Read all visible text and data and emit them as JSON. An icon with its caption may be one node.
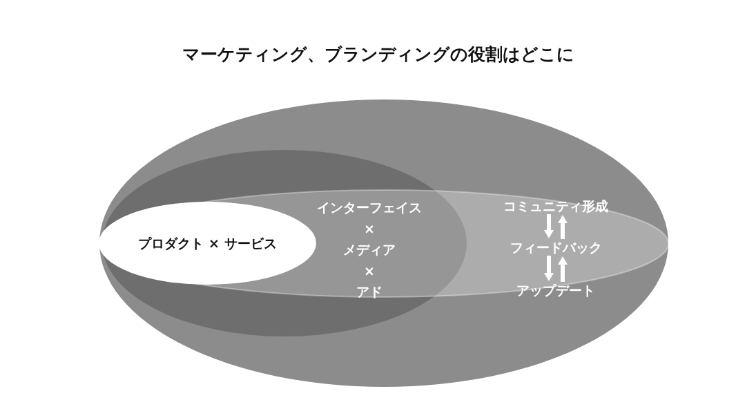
{
  "diagram": {
    "title": "マーケティング、ブランディングの役割はどこに",
    "nodes": [
      {
        "text": [],
        "shape": "ellipse"
      },
      {
        "text": [],
        "shape": "ellipse",
        "in": 0
      },
      {
        "text": [],
        "shape": "ellipse",
        "in": 0
      },
      {
        "text": [
          "プロダクト × サービス"
        ]
      },
      {
        "text": [
          "コミュニティ形成"
        ],
        "in": 2
      },
      {
        "text": [
          "フィードバック"
        ],
        "in": 2
      },
      {
        "text": [
          "アップデート"
        ],
        "in": 2
      }
    ],
    "edges": [
      {
        "from": 4,
        "to": 5,
        "arrow": "to"
      },
      {
        "from": 5,
        "to": 4,
        "arrow": "to"
      },
      {
        "from": 5,
        "to": 6,
        "arrow": "to"
      },
      {
        "from": 6,
        "to": 5,
        "arrow": "to"
      }
    ],
    "labels": [
      "インターフェイス × メディア × アド"
    ]
  }
}
